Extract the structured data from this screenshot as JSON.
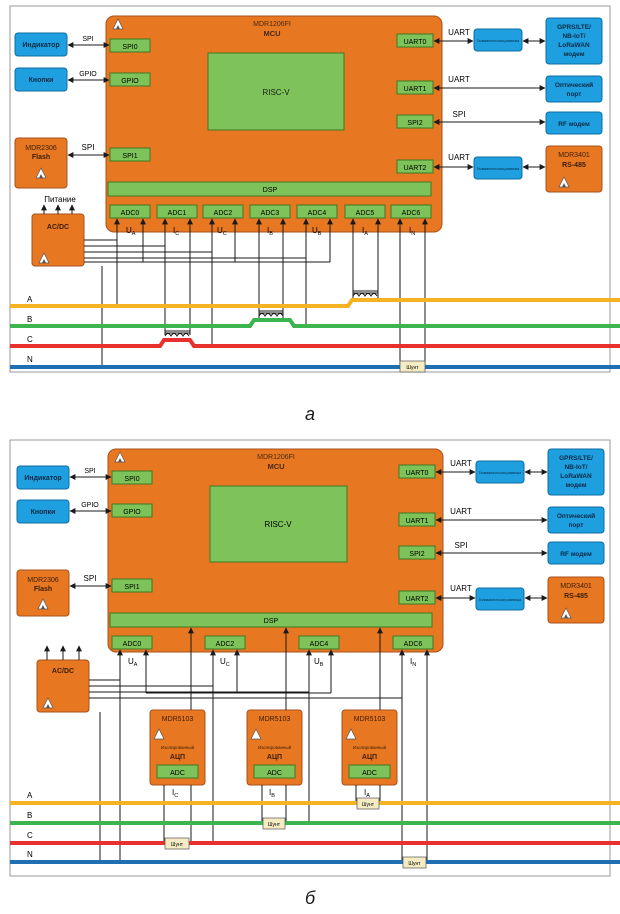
{
  "figure_a": {
    "mcu_title": "MDR1206FI",
    "mcu_subtitle": "MCU",
    "core_label": "RISC-V",
    "dsp_label": "DSP",
    "ports_left": [
      "SPI0",
      "GPIO",
      "SPI1"
    ],
    "ports_right": [
      "UART0",
      "UART1",
      "SPI2",
      "UART2"
    ],
    "adc_ports": [
      "ADC0",
      "ADC1",
      "ADC2",
      "ADC3",
      "ADC4",
      "ADC5",
      "ADC6"
    ],
    "signals": [
      {
        "main": "U",
        "sub": "A"
      },
      {
        "main": "I",
        "sub": "C"
      },
      {
        "main": "U",
        "sub": "C"
      },
      {
        "main": "I",
        "sub": "B"
      },
      {
        "main": "U",
        "sub": "B"
      },
      {
        "main": "I",
        "sub": "A"
      },
      {
        "main": "I",
        "sub": "N"
      }
    ],
    "indicator": "Индикатор",
    "buttons": "Кнопки",
    "flash_title": "MDR2306",
    "flash_subtitle": "Flash",
    "acdc": "AC/DC",
    "power": "Питание",
    "iface_spi0": "SPI",
    "iface_gpio": "GPIO",
    "iface_spi1": "SPI",
    "iface_uart0": "UART",
    "iface_uart1": "UART",
    "iface_spi2": "SPI",
    "iface_uart2": "UART",
    "galv1": "Гальваническая развязка",
    "galv2": "Гальваническая развязка",
    "modem_lines": [
      "GPRS/LTE/",
      "NB-IoT/",
      "LoRaWAN",
      "модем"
    ],
    "optical_lines": [
      "Оптический",
      "порт"
    ],
    "rf": "RF модем",
    "rs485_title": "MDR3401",
    "rs485_subtitle": "RS-485",
    "phases": [
      "A",
      "B",
      "C",
      "N"
    ],
    "shunt": "Шунт",
    "caption": "а"
  },
  "figure_b": {
    "mcu_title": "MDR1206FI",
    "mcu_subtitle": "MCU",
    "core_label": "RISC-V",
    "dsp_label": "DSP",
    "ports_left": [
      "SPI0",
      "GPIO",
      "SPI1"
    ],
    "ports_right": [
      "UART0",
      "UART1",
      "SPI2",
      "UART2"
    ],
    "adc_ports": [
      "ADC0",
      "ADC2",
      "ADC4",
      "ADC6"
    ],
    "signals": [
      {
        "main": "U",
        "sub": "A"
      },
      {
        "main": "U",
        "sub": "C"
      },
      {
        "main": "U",
        "sub": "B"
      },
      {
        "main": "I",
        "sub": "N"
      }
    ],
    "ext_adc": [
      {
        "title": "MDR5103",
        "desc_lines": [
          "Изолированный"
        ],
        "name": "АЦП",
        "port": "ADC",
        "signal": {
          "main": "I",
          "sub": "C"
        }
      },
      {
        "title": "MDR5103",
        "desc_lines": [
          "Изолированный"
        ],
        "name": "АЦП",
        "port": "ADC",
        "signal": {
          "main": "I",
          "sub": "B"
        }
      },
      {
        "title": "MDR5103",
        "desc_lines": [
          "Изолированный"
        ],
        "name": "АЦП",
        "port": "ADC",
        "signal": {
          "main": "I",
          "sub": "A"
        }
      }
    ],
    "indicator": "Индикатор",
    "buttons": "Кнопки",
    "flash_title": "MDR2306",
    "flash_subtitle": "Flash",
    "acdc": "AC/DC",
    "iface_spi0": "SPI",
    "iface_gpio": "GPIO",
    "iface_spi1": "SPI",
    "iface_uart0": "UART",
    "iface_uart1": "UART",
    "iface_spi2": "SPI",
    "iface_uart2": "UART",
    "galv1": "Гальваническая развязка",
    "galv2": "Гальваническая развязка",
    "modem_lines": [
      "GPRS/LTE/",
      "NB-IoT/",
      "LoRaWAN",
      "модем"
    ],
    "optical_lines": [
      "Оптический",
      "порт"
    ],
    "rf": "RF модем",
    "rs485_title": "MDR3401",
    "rs485_subtitle": "RS-485",
    "phases": [
      "A",
      "B",
      "C",
      "N"
    ],
    "shunt": "Шунт",
    "caption": "б"
  },
  "colors": {
    "mcu": "#e87722",
    "port": "#7dc35a",
    "peripheral": "#1e9fe0",
    "phase_a": "#f5b324",
    "phase_b": "#3cb550",
    "phase_c": "#e8312f",
    "phase_n": "#1f6fb5",
    "shunt": "#f6ecc4"
  },
  "icons": {
    "logo": "triangle-logo-icon",
    "transformer": "current-transformer-icon",
    "shunt": "shunt-resistor-icon"
  }
}
